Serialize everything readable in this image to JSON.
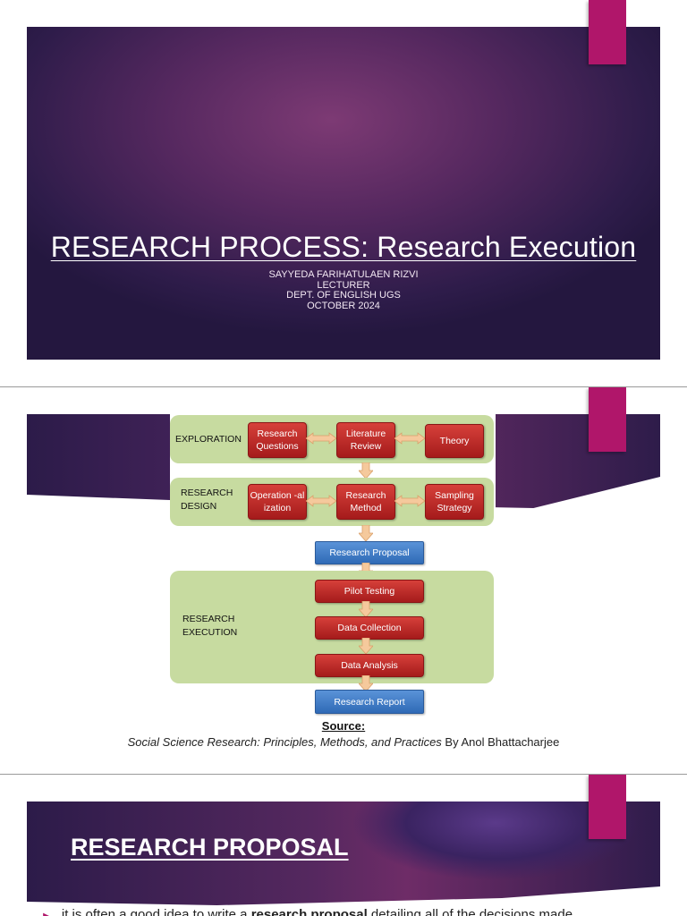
{
  "slide1": {
    "title": "RESEARCH PROCESS: Research Execution",
    "author": "SAYYEDA FARIHATULAEN RIZVI",
    "role": "LECTURER",
    "dept": "DEPT. OF ENGLISH UGS",
    "date": "OCTOBER 2024"
  },
  "slide2": {
    "diagram": {
      "exploration": {
        "label": "EXPLORATION",
        "boxes": [
          "Research Questions",
          "Literature Review",
          "Theory"
        ]
      },
      "design": {
        "label_line1": "RESEARCH",
        "label_line2": "DESIGN",
        "boxes": [
          "Operation -al ization",
          "Research Method",
          "Sampling Strategy"
        ]
      },
      "proposal": "Research Proposal",
      "execution": {
        "label_line1": "RESEARCH",
        "label_line2": "EXECUTION",
        "boxes": [
          "Pilot Testing",
          "Data Collection",
          "Data Analysis"
        ]
      },
      "report": "Research Report"
    },
    "source_label": "Source:",
    "source_title": "Social Science Research: Principles, Methods, and Practices",
    "source_by": " By Anol Bhattacharjee"
  },
  "slide3": {
    "heading": "RESEARCH PROPOSAL",
    "bullet_pre": "it is often a good idea to write a ",
    "bullet_bold": "research proposal",
    "bullet_post": " detailing all of the decisions made"
  },
  "colors": {
    "accent_tab": "#b0166a",
    "slide_purple": "#55285f",
    "group_green": "#c7dba0",
    "box_red": "#c0302c",
    "box_blue": "#3f7bc4"
  }
}
